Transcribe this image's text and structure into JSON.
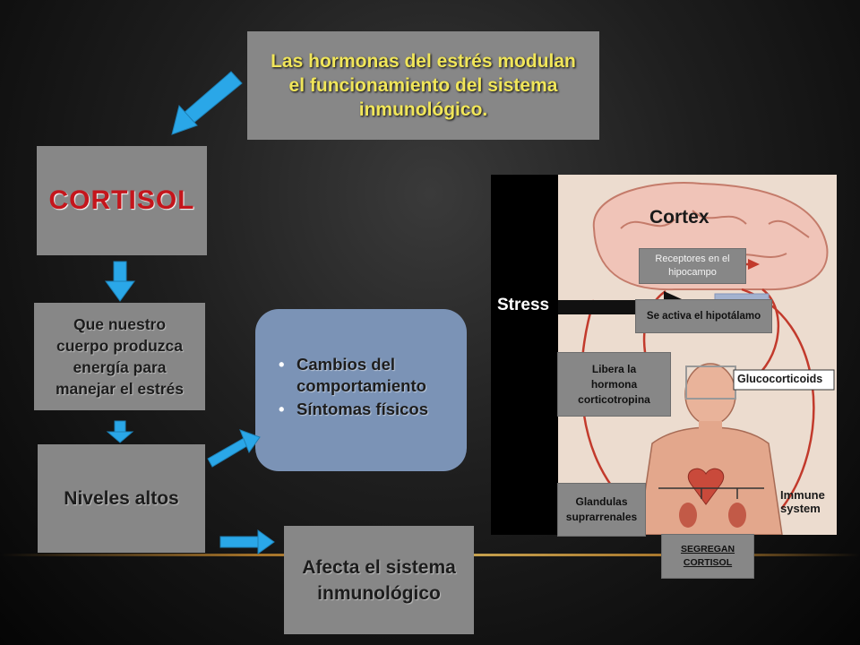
{
  "header": {
    "line1": "Las hormonas del estrés modulan",
    "line2": "el funcionamiento del sistema",
    "line3": "inmunológico."
  },
  "cortisol": {
    "label": "CORTISOL"
  },
  "energy": {
    "line1": "Que nuestro",
    "line2": "cuerpo produzca",
    "line3": "energía para",
    "line4": "manejar el estrés"
  },
  "levels": {
    "label": "Niveles altos"
  },
  "effects": {
    "items": [
      {
        "line1": "Cambios del",
        "line2": "comportamiento"
      },
      {
        "line1": "Síntomas físicos"
      }
    ]
  },
  "immune_effect": {
    "line1": "Afecta el sistema",
    "line2": "inmunológico"
  },
  "illustration": {
    "stress": "Stress",
    "cortex": "Cortex",
    "glucocorticoids": "Glucocorticoids",
    "immune_line1": "Immune",
    "immune_line2": "system"
  },
  "callouts": {
    "receptores_line1": "Receptores en el",
    "receptores_line2": "hipocampo",
    "hipotalamo": "Se activa el hipotálamo",
    "libera_line1": "Libera la",
    "libera_line2": "hormona",
    "libera_line3": "corticotropina",
    "glandulas_line1": "Glandulas",
    "glandulas_line2": "suprarrenales",
    "segregan_line1": "SEGREGAN",
    "segregan_line2": "CORTISOL"
  },
  "colors": {
    "arrow_fill": "#2aa7e8",
    "box_gray": "#878787",
    "effects_blue": "#7b93b6",
    "header_text": "#f1e65a",
    "cortisol_text": "#c4161c",
    "pathway_red": "#c23a2c"
  }
}
